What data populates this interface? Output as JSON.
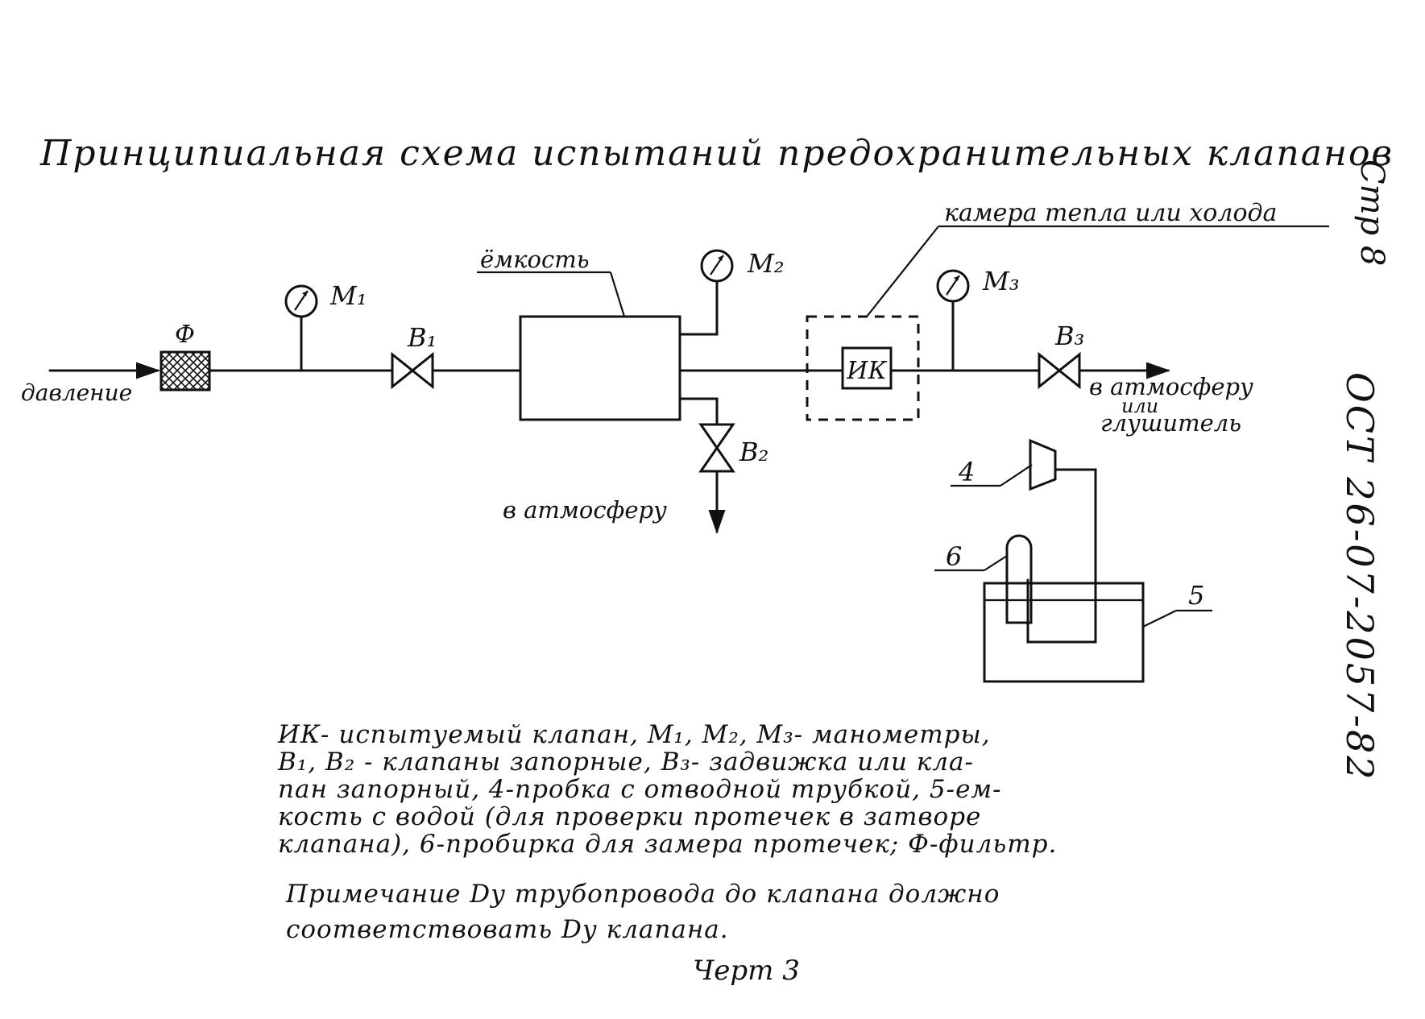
{
  "title": "Принципиальная схема испытаний предохранительных клапанов",
  "page_ref": "Стр 8",
  "doc_code": "ОСТ 26-07-2057-82",
  "labels": {
    "pressure": "давление",
    "filter": "Ф",
    "m1": "М₁",
    "m2": "М₂",
    "m3": "М₃",
    "b1": "В₁",
    "b2": "В₂",
    "b3": "В₃",
    "vessel": "ёмкость",
    "chamber": "камера тепла или холода",
    "ik": "ИК",
    "to_atm_bottom": "в атмосферу",
    "to_atm_right": "в атмосферу",
    "or": "или",
    "muffler": "глушитель",
    "n4": "4",
    "n5": "5",
    "n6": "6"
  },
  "legend": {
    "lines": [
      "ИК- испытуемый клапан, М₁, М₂, М₃- манометры,",
      "В₁, В₂ - клапаны запорные, В₃- задвижка или кла-",
      "пан запорный, 4-пробка с отводной трубкой, 5-ем-",
      "кость с водой (для проверки протечек в затворе",
      "клапана), 6-пробирка для замера протечек; Ф-фильтр."
    ]
  },
  "note": {
    "lines": [
      "Примечание Dу трубопровода до клапана должно",
      "соответствовать Dу клапана."
    ]
  },
  "drawing_no": "Черт 3"
}
